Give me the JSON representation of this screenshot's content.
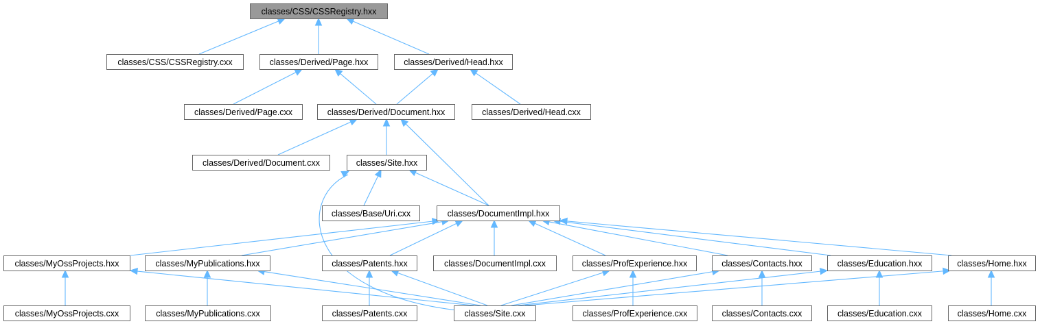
{
  "diagram": {
    "root": "classes/CSS/CSSRegistry.hxx",
    "colors": {
      "edge": "#63b8ff",
      "root_fill": "#999999",
      "node_fill": "#ffffff",
      "border": "#666666"
    },
    "nodes": [
      {
        "id": "css_hxx",
        "label": "classes/CSS/CSSRegistry.hxx",
        "root": true
      },
      {
        "id": "css_cxx",
        "label": "classes/CSS/CSSRegistry.cxx"
      },
      {
        "id": "page_hxx",
        "label": "classes/Derived/Page.hxx"
      },
      {
        "id": "head_hxx",
        "label": "classes/Derived/Head.hxx"
      },
      {
        "id": "page_cxx",
        "label": "classes/Derived/Page.cxx"
      },
      {
        "id": "doc_hxx",
        "label": "classes/Derived/Document.hxx"
      },
      {
        "id": "head_cxx",
        "label": "classes/Derived/Head.cxx"
      },
      {
        "id": "doc_cxx",
        "label": "classes/Derived/Document.cxx"
      },
      {
        "id": "site_hxx",
        "label": "classes/Site.hxx"
      },
      {
        "id": "uri_cxx",
        "label": "classes/Base/Uri.cxx"
      },
      {
        "id": "docimpl_hxx",
        "label": "classes/DocumentImpl.hxx"
      },
      {
        "id": "myoss_hxx",
        "label": "classes/MyOssProjects.hxx"
      },
      {
        "id": "mypub_hxx",
        "label": "classes/MyPublications.hxx"
      },
      {
        "id": "patents_hxx",
        "label": "classes/Patents.hxx"
      },
      {
        "id": "docimpl_cxx",
        "label": "classes/DocumentImpl.cxx"
      },
      {
        "id": "profexp_hxx",
        "label": "classes/ProfExperience.hxx"
      },
      {
        "id": "contacts_hxx",
        "label": "classes/Contacts.hxx"
      },
      {
        "id": "edu_hxx",
        "label": "classes/Education.hxx"
      },
      {
        "id": "home_hxx",
        "label": "classes/Home.hxx"
      },
      {
        "id": "myoss_cxx",
        "label": "classes/MyOssProjects.cxx"
      },
      {
        "id": "mypub_cxx",
        "label": "classes/MyPublications.cxx"
      },
      {
        "id": "patents_cxx",
        "label": "classes/Patents.cxx"
      },
      {
        "id": "site_cxx",
        "label": "classes/Site.cxx"
      },
      {
        "id": "profexp_cxx",
        "label": "classes/ProfExperience.cxx"
      },
      {
        "id": "contacts_cxx",
        "label": "classes/Contacts.cxx"
      },
      {
        "id": "edu_cxx",
        "label": "classes/Education.cxx"
      },
      {
        "id": "home_cxx",
        "label": "classes/Home.cxx"
      }
    ],
    "edges": [
      {
        "from": "css_cxx",
        "to": "css_hxx"
      },
      {
        "from": "page_hxx",
        "to": "css_hxx"
      },
      {
        "from": "head_hxx",
        "to": "css_hxx"
      },
      {
        "from": "page_cxx",
        "to": "page_hxx"
      },
      {
        "from": "doc_hxx",
        "to": "page_hxx"
      },
      {
        "from": "doc_hxx",
        "to": "head_hxx"
      },
      {
        "from": "head_cxx",
        "to": "head_hxx"
      },
      {
        "from": "doc_cxx",
        "to": "doc_hxx"
      },
      {
        "from": "site_hxx",
        "to": "doc_hxx"
      },
      {
        "from": "docimpl_hxx",
        "to": "doc_hxx"
      },
      {
        "from": "uri_cxx",
        "to": "site_hxx"
      },
      {
        "from": "docimpl_hxx",
        "to": "site_hxx"
      },
      {
        "from": "site_cxx",
        "to": "site_hxx"
      },
      {
        "from": "myoss_hxx",
        "to": "docimpl_hxx"
      },
      {
        "from": "mypub_hxx",
        "to": "docimpl_hxx"
      },
      {
        "from": "patents_hxx",
        "to": "docimpl_hxx"
      },
      {
        "from": "docimpl_cxx",
        "to": "docimpl_hxx"
      },
      {
        "from": "profexp_hxx",
        "to": "docimpl_hxx"
      },
      {
        "from": "contacts_hxx",
        "to": "docimpl_hxx"
      },
      {
        "from": "edu_hxx",
        "to": "docimpl_hxx"
      },
      {
        "from": "home_hxx",
        "to": "docimpl_hxx"
      },
      {
        "from": "myoss_cxx",
        "to": "myoss_hxx"
      },
      {
        "from": "site_cxx",
        "to": "myoss_hxx"
      },
      {
        "from": "mypub_cxx",
        "to": "mypub_hxx"
      },
      {
        "from": "site_cxx",
        "to": "mypub_hxx"
      },
      {
        "from": "patents_cxx",
        "to": "patents_hxx"
      },
      {
        "from": "site_cxx",
        "to": "patents_hxx"
      },
      {
        "from": "site_cxx",
        "to": "profexp_hxx"
      },
      {
        "from": "profexp_cxx",
        "to": "profexp_hxx"
      },
      {
        "from": "site_cxx",
        "to": "contacts_hxx"
      },
      {
        "from": "contacts_cxx",
        "to": "contacts_hxx"
      },
      {
        "from": "site_cxx",
        "to": "edu_hxx"
      },
      {
        "from": "edu_cxx",
        "to": "edu_hxx"
      },
      {
        "from": "site_cxx",
        "to": "home_hxx"
      },
      {
        "from": "home_cxx",
        "to": "home_hxx"
      }
    ]
  }
}
